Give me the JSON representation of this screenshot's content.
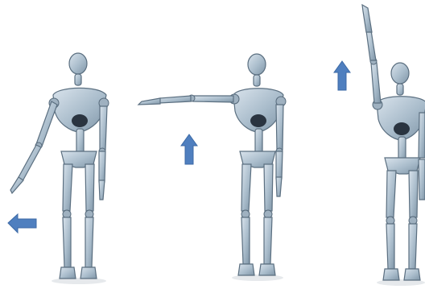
{
  "scene": {
    "figures": [
      {
        "name": "figure-left",
        "pose": "arm-lowered-outward"
      },
      {
        "name": "figure-middle",
        "pose": "arm-horizontal"
      },
      {
        "name": "figure-right",
        "pose": "arm-raised-up"
      }
    ],
    "arrows": [
      {
        "name": "arrow-left",
        "direction": "left"
      },
      {
        "name": "arrow-up-middle",
        "direction": "up"
      },
      {
        "name": "arrow-up-right",
        "direction": "up"
      }
    ],
    "colors": {
      "skeleton": "#b7c6d3",
      "skeleton_outline": "#5b6f80",
      "arrow": "#4f7fbf",
      "background": "#ffffff"
    }
  }
}
